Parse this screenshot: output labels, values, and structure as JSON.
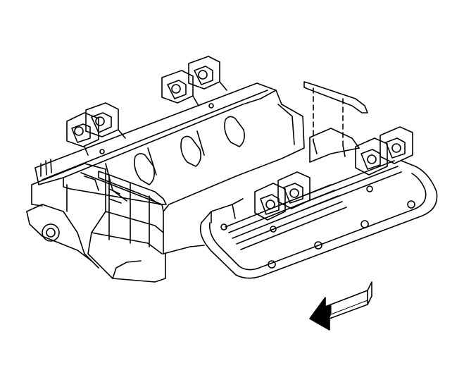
{
  "diagram": {
    "kind": "engine-line-art",
    "colors": {
      "line": "#000000",
      "background": "#ffffff"
    },
    "components": [
      {
        "name": "engine-block"
      },
      {
        "name": "cylinder-head-rear"
      },
      {
        "name": "valve-cover-front"
      },
      {
        "name": "ignition-coil-brackets"
      },
      {
        "name": "heat-shield-brackets"
      },
      {
        "name": "direction-arrow"
      }
    ],
    "arrow_direction": "down-left"
  }
}
